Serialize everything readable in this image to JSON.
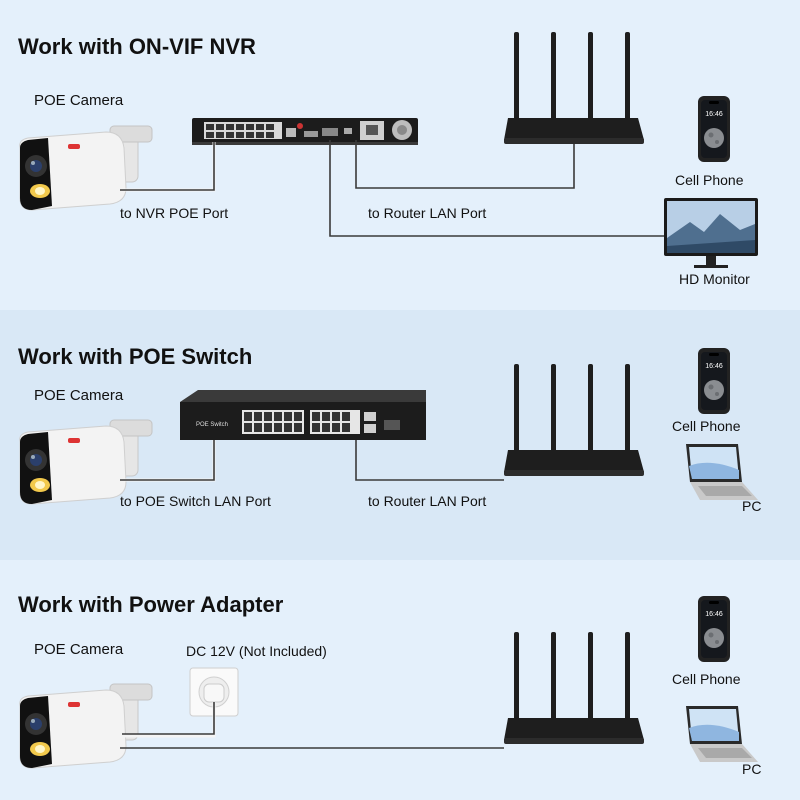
{
  "sections": [
    {
      "title": "Work with ON-VIF NVR",
      "camera_label": "POE Camera",
      "link_camera": "to NVR POE Port",
      "link_router": "to Router LAN Port",
      "device_1": "Cell Phone",
      "device_2": "HD Monitor"
    },
    {
      "title": "Work with POE Switch",
      "camera_label": "POE Camera",
      "switch_label": "POE Switch",
      "link_camera": "to POE Switch LAN Port",
      "link_router": "to Router LAN Port",
      "device_1": "Cell Phone",
      "device_2": "PC"
    },
    {
      "title": "Work with Power Adapter",
      "camera_label": "POE Camera",
      "power_label": "DC 12V (Not Included)",
      "device_1": "Cell Phone",
      "device_2": "PC"
    }
  ],
  "phone_time": "16:46",
  "colors": {
    "band_light": "#e4f0fb",
    "band_mid": "#d9e8f6",
    "router": "#1e1e1e",
    "wire": "#3a3a3a"
  }
}
